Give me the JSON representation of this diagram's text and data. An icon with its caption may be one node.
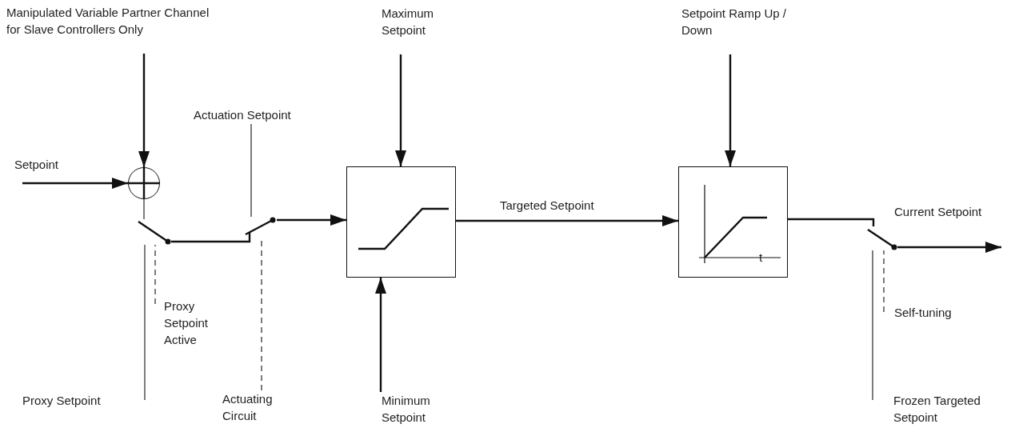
{
  "diagram": {
    "nodes": [
      {
        "text": [
          "Manipulated Variable Partner Channel for Slave Controllers Only"
        ]
      },
      {
        "text": [],
        "shape": "circle"
      },
      {
        "text": [],
        "shape": "switch"
      },
      {
        "text": [
          "Proxy Setpoint"
        ]
      },
      {
        "text": [
          "Proxy Setpoint Active"
        ]
      },
      {
        "text": [
          "Actuation Setpoint"
        ]
      },
      {
        "text": [],
        "shape": "switch"
      },
      {
        "text": [
          "Actuating Circuit"
        ]
      },
      {
        "text": [],
        "shape": "box"
      },
      {
        "text": [
          "Maximum Setpoint"
        ]
      },
      {
        "text": [
          "Minimum Setpoint"
        ]
      },
      {
        "text": [
          "t"
        ]
      },
      {
        "text": [
          "Setpoint Ramp Up / Down"
        ]
      },
      {
        "text": [],
        "shape": "switch"
      },
      {
        "text": [
          "Frozen Targeted Setpoint"
        ]
      },
      {
        "text": [
          "Self-tuning"
        ]
      }
    ],
    "edges": [
      {
        "from": null,
        "to": 1,
        "arrow": "to",
        "label": "Setpoint"
      },
      {
        "from": 0,
        "to": 1,
        "arrow": "to"
      },
      {
        "from": 1,
        "to": 2,
        "arrow": "none"
      },
      {
        "from": 2,
        "to": 6,
        "arrow": "none"
      },
      {
        "from": 3,
        "to": 2,
        "arrow": "none"
      },
      {
        "from": 4,
        "to": 2,
        "arrow": "none",
        "style": "dashed"
      },
      {
        "from": 5,
        "to": 6,
        "arrow": "none"
      },
      {
        "from": 7,
        "to": 6,
        "arrow": "none",
        "style": "dashed"
      },
      {
        "from": 6,
        "to": 8,
        "arrow": "to"
      },
      {
        "from": 9,
        "to": 8,
        "arrow": "to"
      },
      {
        "from": 10,
        "to": 8,
        "arrow": "to"
      },
      {
        "from": 8,
        "to": 11,
        "arrow": "to",
        "label": "Targeted Setpoint"
      },
      {
        "from": 12,
        "to": 11,
        "arrow": "to"
      },
      {
        "from": 11,
        "to": 13,
        "arrow": "none"
      },
      {
        "from": 14,
        "to": 13,
        "arrow": "none"
      },
      {
        "from": 15,
        "to": 13,
        "arrow": "none",
        "style": "dashed"
      },
      {
        "from": 13,
        "to": null,
        "arrow": "to",
        "label": "Current Setpoint"
      }
    ]
  }
}
